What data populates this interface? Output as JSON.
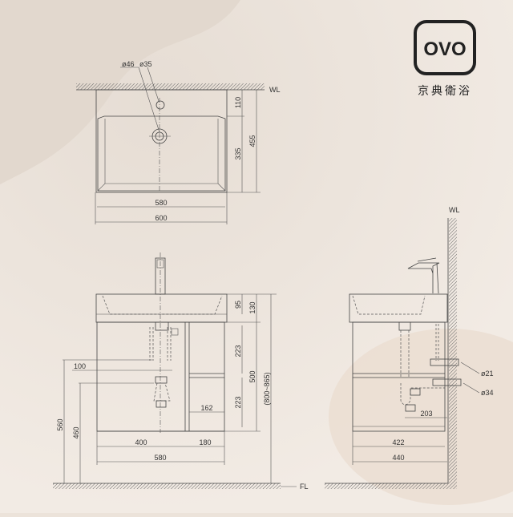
{
  "brand": {
    "logo_text": "OVO",
    "name": "京典衛浴"
  },
  "top_view": {
    "wall_label": "WL",
    "dims": {
      "tap_hole": "ø35",
      "drain": "ø46",
      "depth_to_basin": "110",
      "basin_depth": "335",
      "total_depth": "455",
      "basin_width": "580",
      "total_width": "600"
    }
  },
  "front_view": {
    "floor_label": "FL",
    "dims": {
      "basin_height": "95",
      "top_height": "130",
      "shelf_upper": "223",
      "shelf_lower": "223",
      "cabinet_height": "500",
      "install_height": "(800~865)",
      "supply_height": "560",
      "drain_height": "460",
      "supply_spacing": "100",
      "open_shelf_depth": "162",
      "left_width": "400",
      "right_width": "180",
      "cabinet_width": "580"
    }
  },
  "side_view": {
    "wall_label": "WL",
    "dims": {
      "supply_pipe": "ø21",
      "drain_pipe": "ø34",
      "trap_offset": "203",
      "cabinet_depth": "422",
      "total_depth": "440"
    }
  },
  "colors": {
    "background": "#ece3da",
    "line": "#444444",
    "hatch": "#666666"
  }
}
